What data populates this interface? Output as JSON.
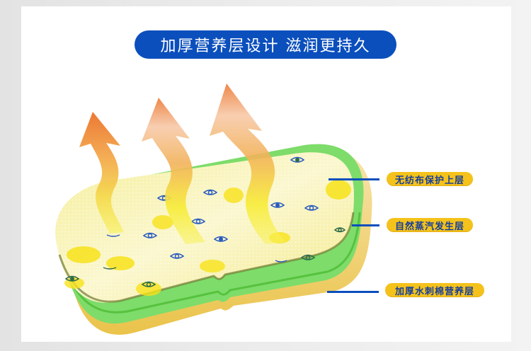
{
  "title": "加厚营养层设计 滋润更持久",
  "layers": [
    {
      "label": "无纺布保护上层"
    },
    {
      "label": "自然蒸汽发生层"
    },
    {
      "label": "加厚水刺棉营养层"
    }
  ],
  "colors": {
    "title_bg": "#0b4fbd",
    "badge_bg": "#f4c21a",
    "badge_text": "#173f9c",
    "connector": "#0b4fbd",
    "top_layer": "#f6f0a8",
    "middle_layer": "#7edc6a",
    "bottom_layer": "#f3d98e",
    "arrow_top": "#ea6a1e",
    "arrow_bottom": "#f7ee3a",
    "eye_stroke": "#2a5bbf"
  },
  "icons": [
    "steam-arrow-icon",
    "eye-pattern-icon"
  ]
}
